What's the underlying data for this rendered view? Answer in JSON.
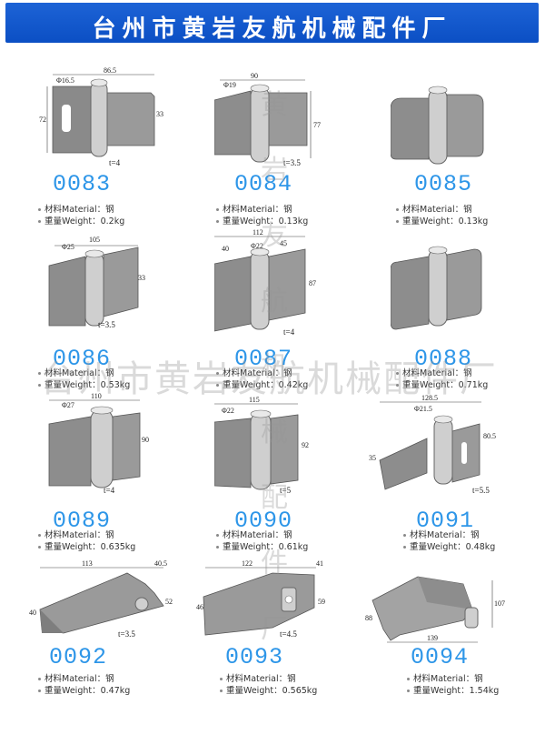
{
  "banner": {
    "title": "台州市黄岩友航机械配件厂"
  },
  "watermark": {
    "horizontal": "台州市黄岩友航机械配件厂",
    "vertical": "黄岩友航机械配件厂"
  },
  "spec_labels": {
    "material": "材料Material：",
    "weight": "重量Weight："
  },
  "products": [
    {
      "code": "0083",
      "material": "钢",
      "weight": "0.2kg",
      "dims": [
        "Φ16.5",
        "86.5",
        "72",
        "33"
      ],
      "thickness": "t=4"
    },
    {
      "code": "0084",
      "material": "钢",
      "weight": "0.13kg",
      "dims": [
        "Φ19",
        "90",
        "77"
      ],
      "thickness": "t=3.5"
    },
    {
      "code": "0085",
      "material": "钢",
      "weight": "0.13kg",
      "dims": [],
      "thickness": ""
    },
    {
      "code": "0086",
      "material": "钢",
      "weight": "0.53kg",
      "dims": [
        "Φ25",
        "105",
        "33"
      ],
      "thickness": "t=3.5"
    },
    {
      "code": "0087",
      "material": "钢",
      "weight": "0.42kg",
      "dims": [
        "112",
        "40",
        "Φ22",
        "45",
        "87"
      ],
      "thickness": "t=4"
    },
    {
      "code": "0088",
      "material": "钢",
      "weight": "0.71kg",
      "dims": [],
      "thickness": ""
    },
    {
      "code": "0089",
      "material": "钢",
      "weight": "0.635kg",
      "dims": [
        "Φ27",
        "110",
        "90"
      ],
      "thickness": "t=4"
    },
    {
      "code": "0090",
      "material": "钢",
      "weight": "0.61kg",
      "dims": [
        "115",
        "Φ22",
        "92"
      ],
      "thickness": "t=5"
    },
    {
      "code": "0091",
      "material": "钢",
      "weight": "0.48kg",
      "dims": [
        "128.5",
        "Φ21.5",
        "80.5",
        "35"
      ],
      "thickness": "t=5.5"
    },
    {
      "code": "0092",
      "material": "钢",
      "weight": "0.47kg",
      "dims": [
        "113",
        "40.5",
        "40",
        "52"
      ],
      "thickness": "t=3.5"
    },
    {
      "code": "0093",
      "material": "钢",
      "weight": "0.565kg",
      "dims": [
        "122",
        "41",
        "46",
        "59"
      ],
      "thickness": "t=4.5"
    },
    {
      "code": "0094",
      "material": "钢",
      "weight": "1.54kg",
      "dims": [
        "107",
        "88",
        "139"
      ],
      "thickness": ""
    }
  ]
}
